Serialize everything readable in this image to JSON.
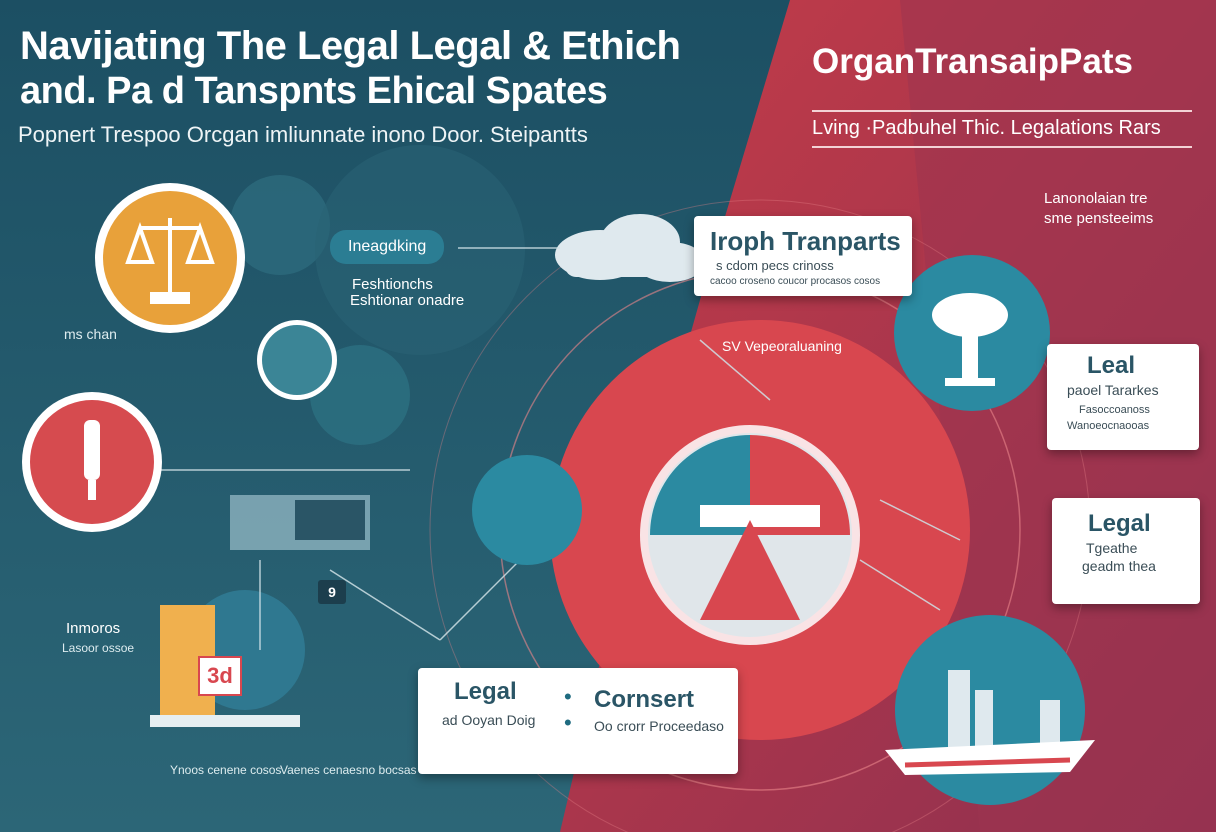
{
  "header": {
    "title_line1": "Navijating The Legal Legal & Ethich",
    "title_line2": "and. Pa d Tanspnts Ehical Spates",
    "subtitle": "Popnert Trespoo Orcgan imliunnate inono Door. Steipantts"
  },
  "right_header": {
    "title": "OrganTransaipPats",
    "subtitle": "Lving ·Padbuhel Thic. Legalations Rars"
  },
  "left_labels": {
    "ms_chan": "ms chan",
    "box_title": "Ineagdking",
    "block_title": "Feshtionchs",
    "block_title2": "Eshtionar onadre",
    "inmoros": "Inmoros",
    "inmoros_sub": "Lasoor ossoe",
    "bottom_notes_left": "Ynoos cenene cosos",
    "bottom_notes_right": "Vaenes cenaesno bocsas"
  },
  "cards": {
    "top_center": {
      "title": "Iroph Tranparts",
      "line1": "s cdom pecs crinoss",
      "line2": "cacoo croseno coucor procasos cosos"
    },
    "right_legal1": {
      "title": "Leal",
      "line1": "paoel Tararkes",
      "line2": "Fasoccoanoss",
      "line3": "Wanoeocnaooas"
    },
    "right_legal2": {
      "title": "Legal",
      "line1": "Tgeathe",
      "line2": "geadm thea"
    },
    "bottom": {
      "left_title": "Legal",
      "left_sub": "ad Ooyan Doig",
      "right_title": "Cornsert",
      "right_sub": "Oo crorr Proceedaso"
    }
  },
  "center_labels": {
    "sv_label": "SV Vepeoraluaning",
    "right_top_label": "Lanonolaian tre",
    "right_top_label2": "sme pensteeims"
  },
  "badges": {
    "price_tag": "3d",
    "small_tag": "9"
  },
  "colors": {
    "teal_dark": "#1f5366",
    "teal": "#2b7d93",
    "red": "#d94a4f",
    "red_dark": "#b8364a",
    "crimson": "#a83a52",
    "orange": "#e8a13a"
  }
}
